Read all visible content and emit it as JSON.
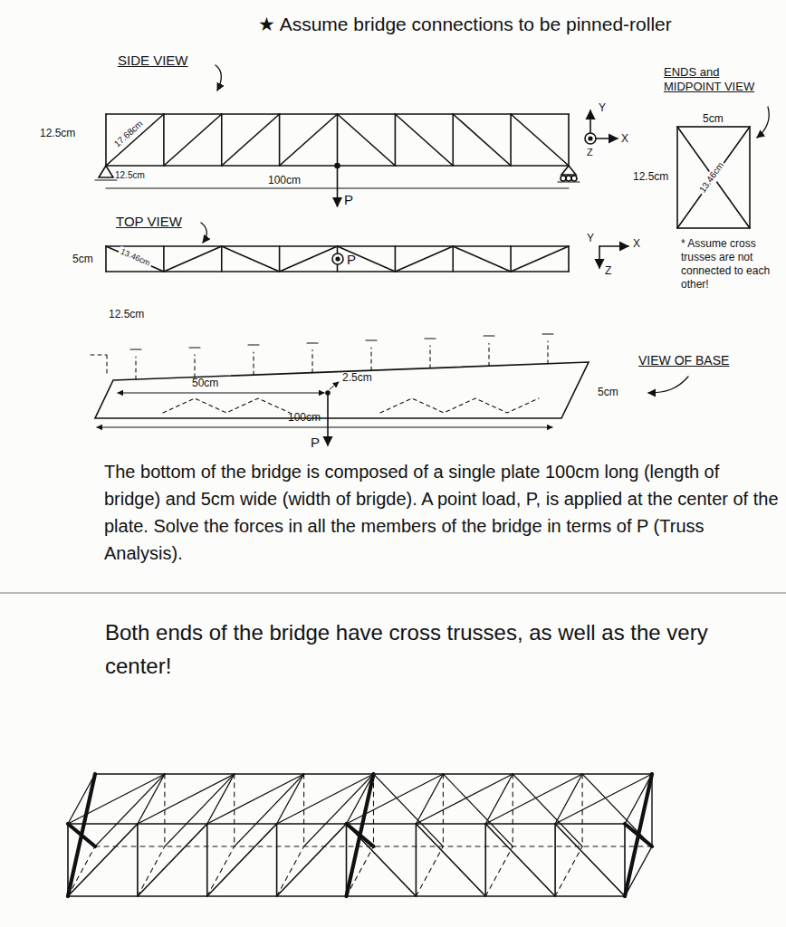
{
  "diagram": {
    "labels": [
      "★ Assume bridge connections to be pinned-roller",
      "SIDE VIEW",
      "12.5cm",
      "17.68cm",
      "12.5cm",
      "100cm",
      "P",
      "Y",
      "X",
      "Z",
      "ENDS and MIDPOINT VIEW",
      "5cm",
      "12.5cm",
      "13.46cm",
      "TOP VIEW",
      "5cm",
      "13.46cm",
      "P",
      "12.5cm",
      "Y",
      "X",
      "Z",
      "* Assume cross trusses are not connected to each other!",
      "VIEW OF BASE",
      "50cm",
      "2.5cm",
      "5cm",
      "100cm",
      "P",
      "The bottom of the bridge is composed of a single plate 100cm long (length of bridge) and 5cm wide (width of brigde). A point load, P, is applied at the center of the plate. Solve the forces in all the members of the bridge in terms of P (Truss Analysis).",
      "Both ends of the bridge have cross trusses, as well as the very center!"
    ]
  }
}
